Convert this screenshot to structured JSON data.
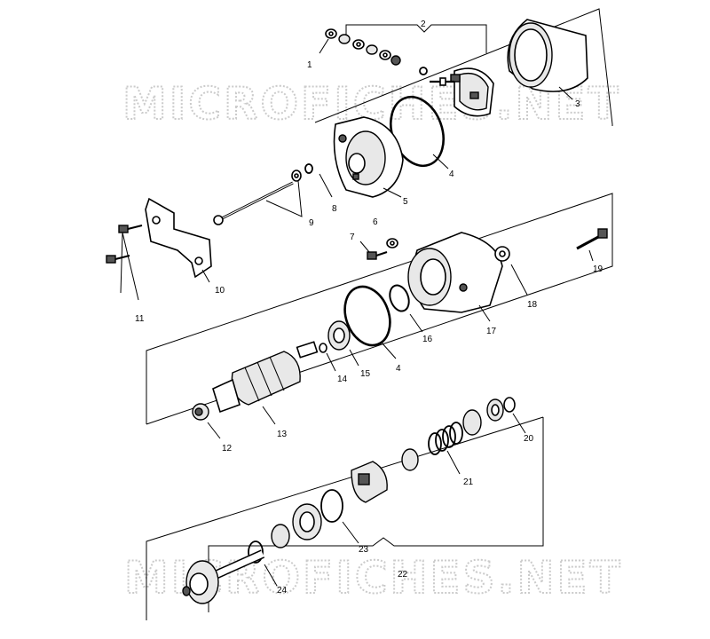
{
  "watermark": {
    "top": "MICROFICHES.NET",
    "bottom": "MICROFICHES.NET"
  },
  "callouts": {
    "c1": "1",
    "c2": "2",
    "c3": "3",
    "c4a": "4",
    "c4b": "4",
    "c5": "5",
    "c6": "6",
    "c7": "7",
    "c8": "8",
    "c9": "9",
    "c10": "10",
    "c11": "11",
    "c12": "12",
    "c13": "13",
    "c14": "14",
    "c15": "15",
    "c16": "16",
    "c17": "17",
    "c18": "18",
    "c19": "19",
    "c20": "20",
    "c21": "21",
    "c22": "22",
    "c23": "23",
    "c24": "24"
  }
}
